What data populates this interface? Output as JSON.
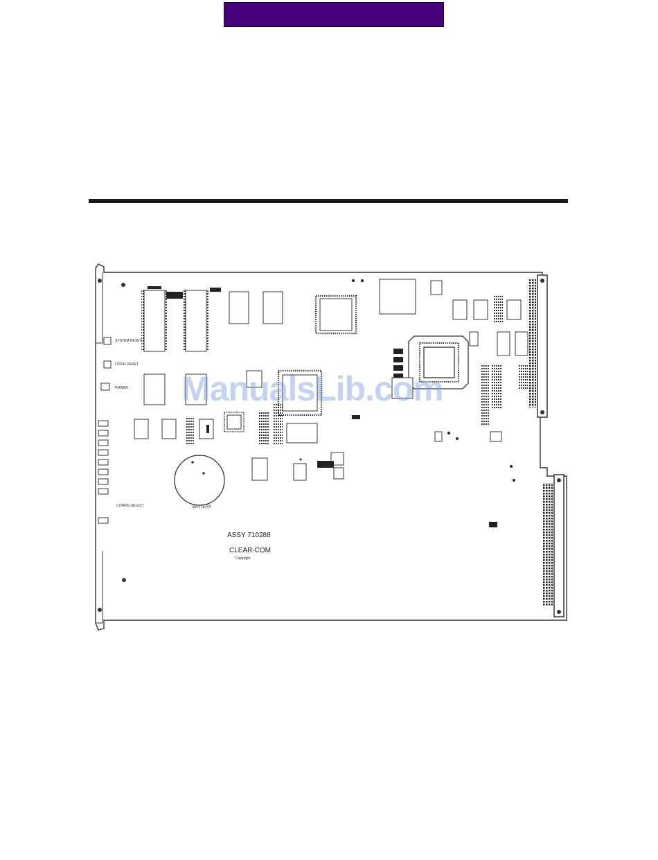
{
  "header": {
    "band_color": "#46007c"
  },
  "figure": {
    "assy_label": "ASSY 710288",
    "brand_label": "CLEAR-COM",
    "copyright_label": "Copyright",
    "battery_label": "BATTERY",
    "side_labels": [
      "SYSTEM RESET",
      "LOCAL RESET",
      "POWER",
      "CONFIG SELECT"
    ]
  },
  "watermark": {
    "text": "ManualsLib.com",
    "color": "#78a0e1"
  }
}
